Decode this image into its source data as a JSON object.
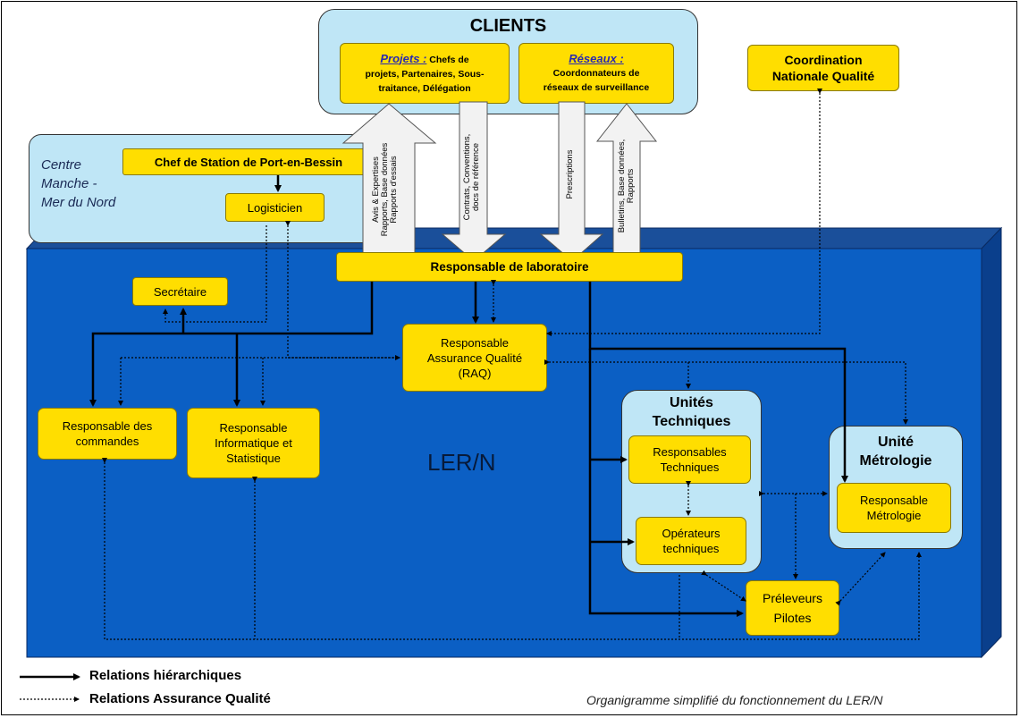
{
  "clients": {
    "title": "CLIENTS",
    "projets": {
      "label": "Projets :",
      "text1": "Chefs de",
      "text2": "projets, Partenaires, Sous-",
      "text3": "traitance, Délégation"
    },
    "reseaux": {
      "label": "Réseaux :",
      "text1": "Coordonnateurs de",
      "text2": "réseaux de surveillance"
    }
  },
  "coordination": {
    "line1": "Coordination",
    "line2": "Nationale Qualité"
  },
  "centre": {
    "label1": "Centre",
    "label2": "Manche -",
    "label3": "Mer du Nord",
    "chef": "Chef de Station de Port-en-Bessin",
    "logisticien": "Logisticien"
  },
  "arrows": {
    "avis": {
      "line1": "Avis & Expertises",
      "line2": "Rapports, Base données",
      "line3": "Rapports d'essais"
    },
    "contrats": {
      "line1": "Contrats, Conventions,",
      "line2": "docs de référence"
    },
    "prescriptions": "Prescriptions",
    "bulletins": {
      "line1": "Bulletins, Base données,",
      "line2": "Rapports"
    }
  },
  "lab": {
    "name": "LER/N",
    "responsable_labo": "Responsable de laboratoire",
    "secretaire": "Secrétaire",
    "raq": {
      "line1": "Responsable",
      "line2": "Assurance Qualité",
      "line3": "(RAQ)"
    },
    "commandes": {
      "line1": "Responsable des",
      "line2": "commandes"
    },
    "informatique": {
      "line1": "Responsable",
      "line2": "Informatique et",
      "line3": "Statistique"
    },
    "unites_techniques": {
      "title1": "Unités",
      "title2": "Techniques",
      "responsables": {
        "line1": "Responsables",
        "line2": "Techniques"
      },
      "operateurs": {
        "line1": "Opérateurs",
        "line2": "techniques"
      }
    },
    "unite_metrologie": {
      "title1": "Unité",
      "title2": "Métrologie",
      "responsable": {
        "line1": "Responsable",
        "line2": "Métrologie"
      }
    },
    "preleveurs": {
      "line1": "Préleveurs",
      "line2": "Pilotes"
    }
  },
  "legend": {
    "hierarchique": "Relations hiérarchiques",
    "qualite": "Relations Assurance Qualité"
  },
  "caption": "Organigramme simplifié du fonctionnement du LER/N",
  "colors": {
    "box_yellow": "#ffde00",
    "light_blue": "#bfe6f6",
    "lab_blue": "#0b5fc4",
    "lab_side": "#0a3f8c",
    "lab_top": "#1a4f9a"
  }
}
